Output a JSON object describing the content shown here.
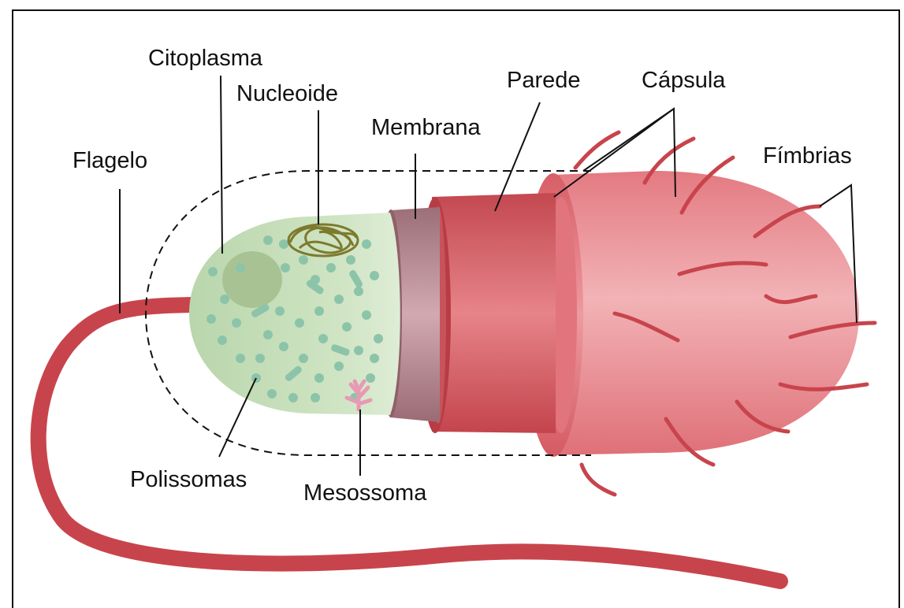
{
  "labels": {
    "citoplasma": "Citoplasma",
    "nucleoide": "Nucleoide",
    "parede": "Parede",
    "capsula": "Cápsula",
    "membrana": "Membrana",
    "flagelo": "Flagelo",
    "fimbrias": "Fímbrias",
    "polissomas": "Polissomas",
    "mesossoma": "Mesossoma"
  },
  "colors": {
    "capsule": "#e7868c",
    "wall": "#cf5a60",
    "membrane": "#a97c84",
    "cytoplasm": "#c5ddb8",
    "ribosome": "#8cc4a9",
    "nucleoid": "#7d7a2e",
    "mesosome": "#e79ab4",
    "flagellum": "#c8444c",
    "outline": "#111111"
  }
}
